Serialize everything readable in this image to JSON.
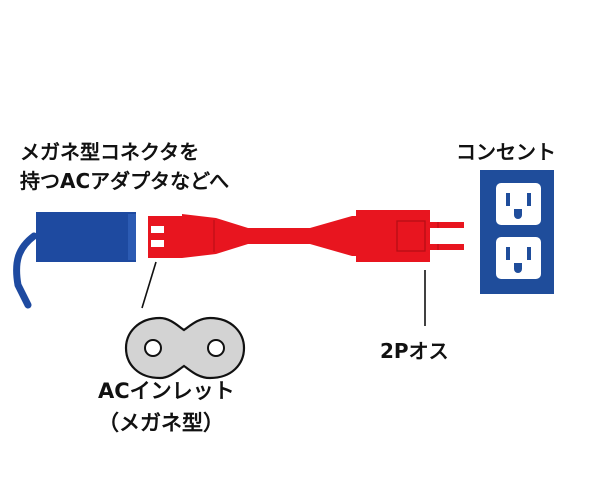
{
  "labels": {
    "connector_line1": "メガネ型コネクタを",
    "connector_line2": "持つACアダプタなどへ",
    "outlet": "コンセント",
    "plug": "2Pオス",
    "inlet_line1": "ACインレット",
    "inlet_line2": "（メガネ型）"
  },
  "colors": {
    "device_blue": "#1e4aa0",
    "cable_red": "#e8151f",
    "outlet_blue": "#1f4d9b",
    "inlet_gray": "#d3d3d3"
  }
}
